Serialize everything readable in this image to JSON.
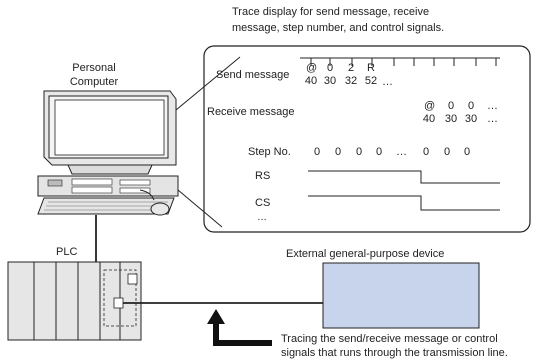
{
  "trace_caption": {
    "line1": "Trace display for send message, receive",
    "line2": "message, step number, and control signals."
  },
  "pc_label": {
    "line1": "Personal",
    "line2": "Computer"
  },
  "trace_panel": {
    "send_label": "Send message",
    "send_chars": [
      "@",
      "0",
      "2",
      "R"
    ],
    "send_codes": [
      "40",
      "30",
      "32",
      "52",
      "…"
    ],
    "receive_label": "Receive message",
    "receive_chars": [
      "@",
      "0",
      "0",
      "…"
    ],
    "receive_codes": [
      "40",
      "30",
      "30",
      "…"
    ],
    "step_label": "Step No.",
    "step_values": [
      "0",
      "0",
      "0",
      "0",
      "…",
      "0",
      "0",
      "0"
    ],
    "rs_label": "RS",
    "cs_label": "CS",
    "more": "…"
  },
  "plc_label": "PLC",
  "device_label": "External general-purpose device",
  "bottom_caption": {
    "line1": "Tracing the send/receive message or control",
    "line2": "signals that runs through the transmission line."
  },
  "colors": {
    "device_fill": "#c7d4ec",
    "plc_fill": "#e6e6e6"
  }
}
